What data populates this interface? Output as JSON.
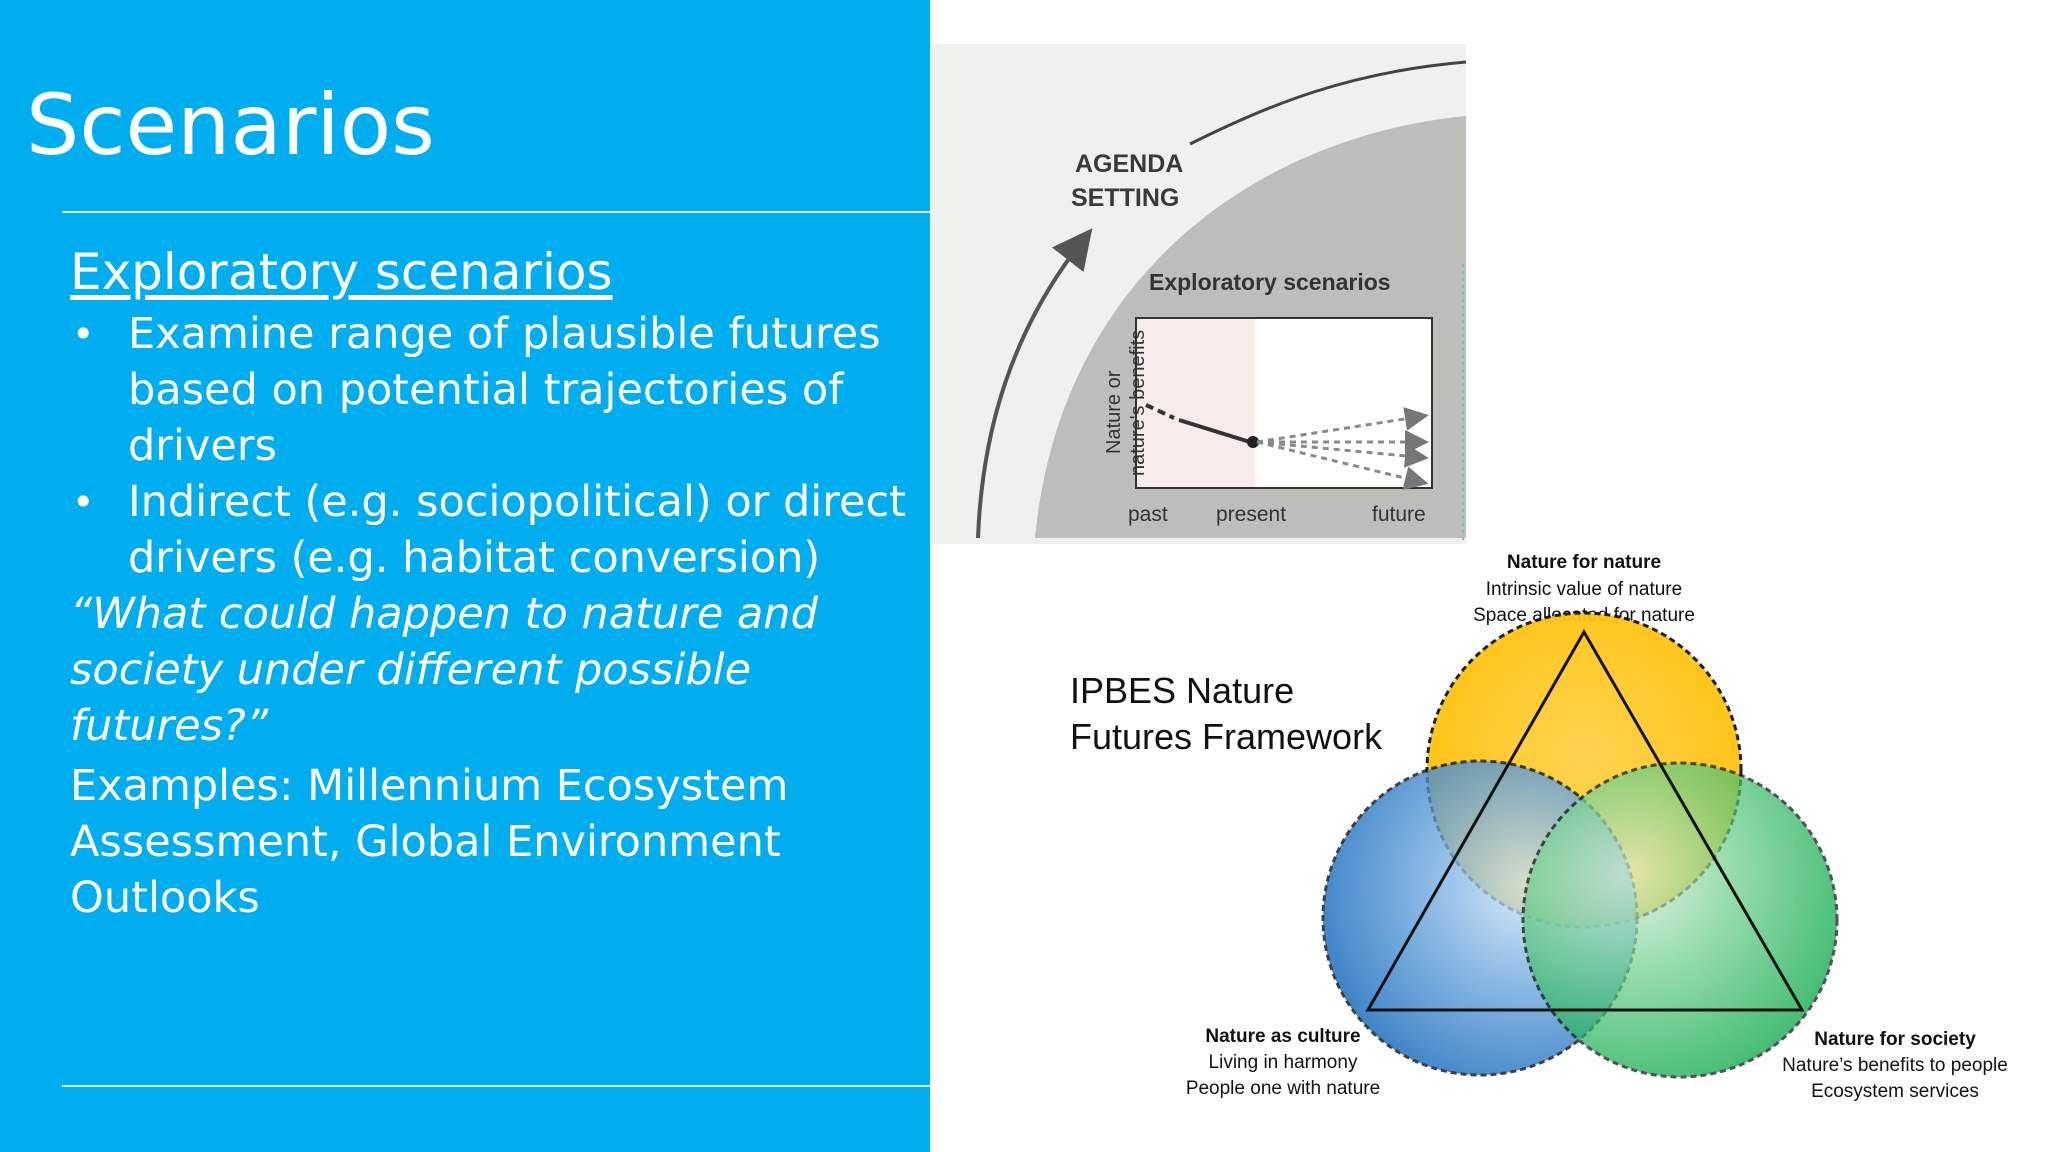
{
  "slide": {
    "title": "Scenarios",
    "subheading": "Exploratory scenarios ",
    "bullets": [
      "Examine range of plausible futures based on potential trajectories of drivers",
      "Indirect (e.g. sociopolitical) or direct drivers (e.g. habitat conversion)"
    ],
    "quote": "“What could happen to nature and society under different possible futures?”",
    "examples": "Examples: Millennium Ecosystem Assessment, Global Environment Outlooks",
    "colors": {
      "panel": "#00aeef",
      "text": "#ffffff"
    }
  },
  "agenda_figure": {
    "agenda_label_line1": "AGENDA",
    "agenda_label_line2": "SETTING",
    "panel_title": "Exploratory scenarios",
    "y_axis_line1": "Nature or",
    "y_axis_line2": "nature's benefits",
    "x_labels": [
      "past",
      "present",
      "future"
    ],
    "colors": {
      "arc": "#bdbdb9",
      "background": "#f0f0ee",
      "past_band": "#f8ecea"
    }
  },
  "framework": {
    "title_line1": "IPBES Nature",
    "title_line2": "Futures Framework",
    "top": {
      "title": "Nature for nature",
      "line1": "Intrinsic value of nature",
      "line2": "Space allocated for nature",
      "color": "#ffc000"
    },
    "left": {
      "title": "Nature as culture",
      "line1": "Living in harmony",
      "line2": "People one with nature",
      "color": "#1f6fc5"
    },
    "right": {
      "title": "Nature for society",
      "line1": "Nature’s benefits to people",
      "line2": "Ecosystem services",
      "color": "#00a84f"
    }
  }
}
